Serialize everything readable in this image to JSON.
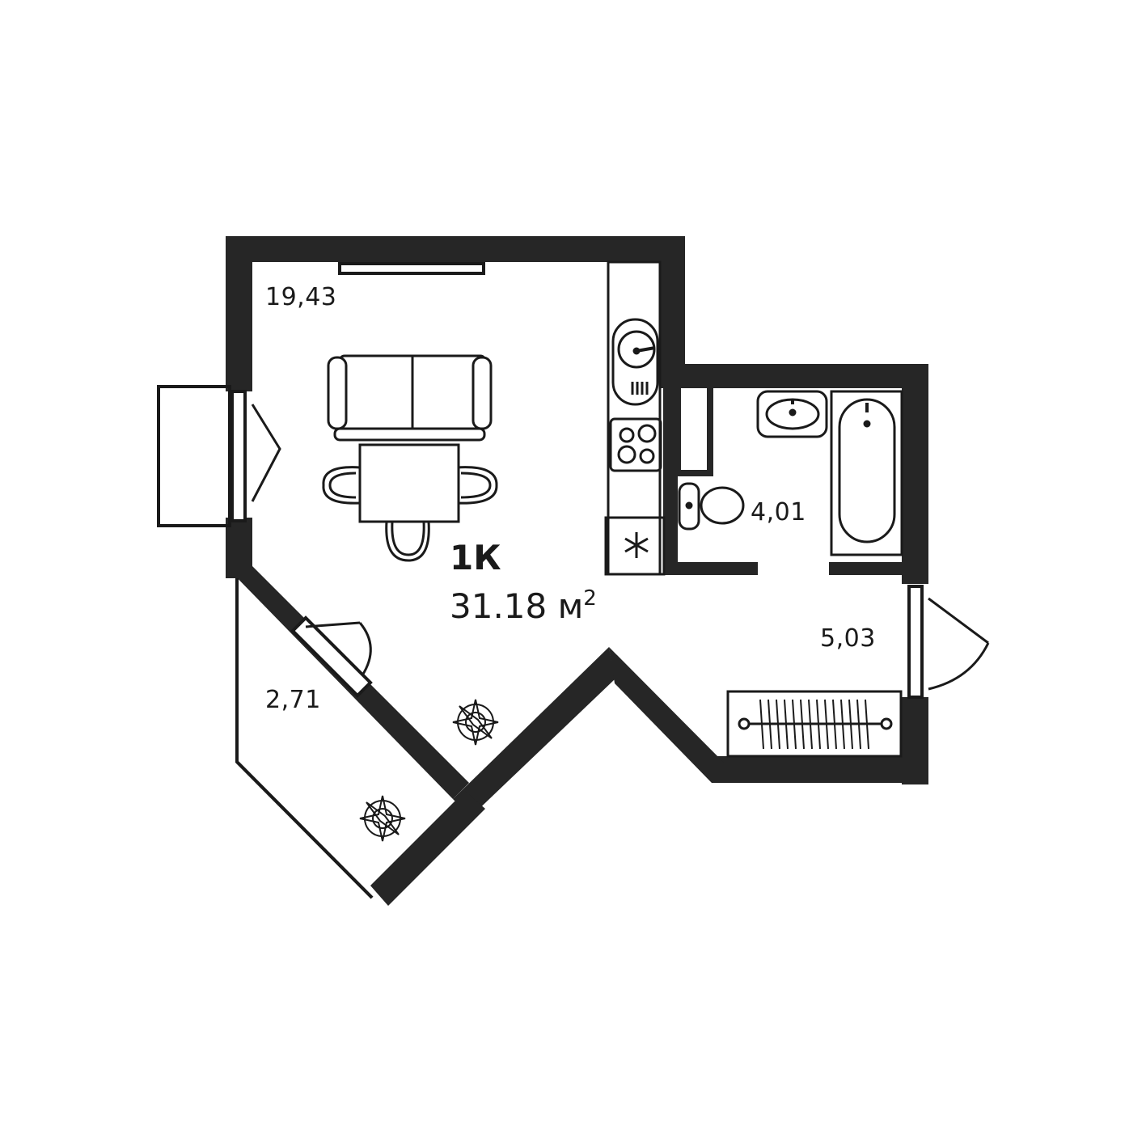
{
  "apartment": {
    "type": "1К",
    "total_area_value": "31.18",
    "total_area_unit": "м",
    "total_area_power": "2"
  },
  "rooms": {
    "living_room": "19,43",
    "balcony": "2,71",
    "bathroom": "4,01",
    "hallway": "5,03"
  },
  "colors": {
    "wall": "#262626",
    "line": "#1a1a1a",
    "background": "#ffffff"
  },
  "icons": [
    "sofa-icon",
    "dining-table-icon",
    "kitchen-sink-icon",
    "stove-icon",
    "fridge-icon",
    "washbasin-icon",
    "toilet-icon",
    "bathtub-icon",
    "radiator-icon",
    "compass-rose-icon",
    "door-swing-icon",
    "window-icon"
  ]
}
